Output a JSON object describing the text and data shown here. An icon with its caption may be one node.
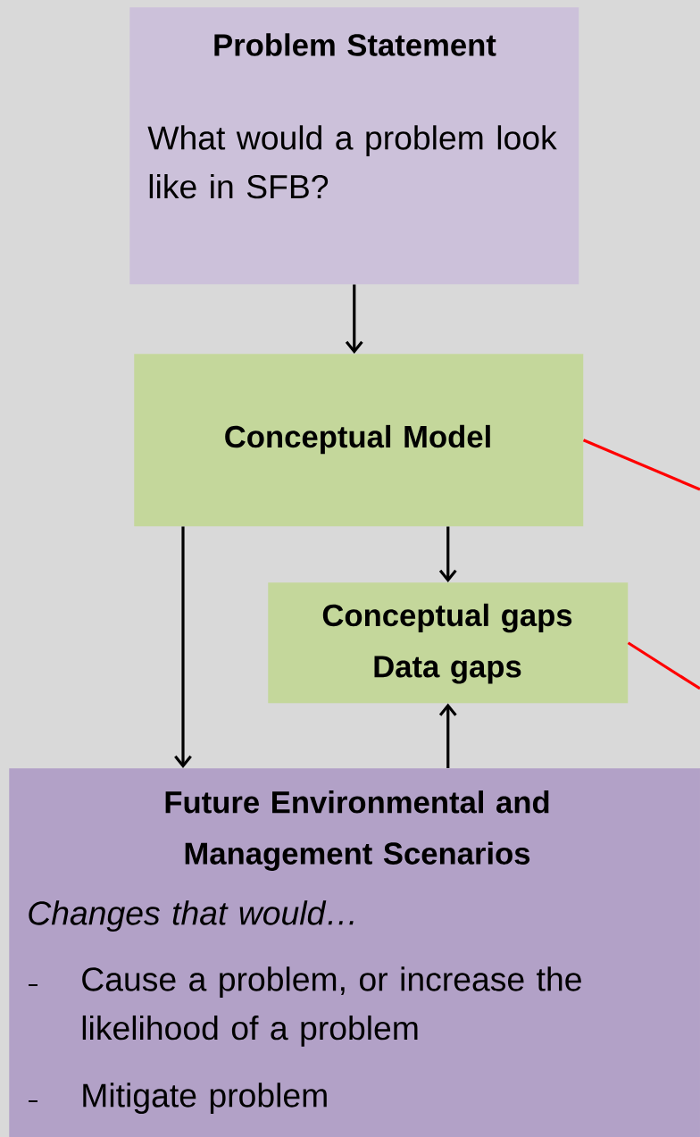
{
  "diagram": {
    "nodes": [
      {
        "text": [
          "Problem Statement",
          "What would a problem look like in SFB?"
        ]
      },
      {
        "text": [
          "Conceptual Model"
        ]
      },
      {
        "text": [
          "Conceptual gaps",
          "Data gaps"
        ]
      },
      {
        "text": [
          "Future Environmental and Management Scenarios",
          "Changes that would…",
          "Cause a problem, or  increase the likelihood of a problem",
          "Mitigate problem"
        ]
      }
    ],
    "edges": [
      {
        "from": 0,
        "to": 1,
        "arrow": "to"
      },
      {
        "from": 1,
        "to": 2,
        "arrow": "to"
      },
      {
        "from": 1,
        "to": 3,
        "arrow": "to"
      },
      {
        "from": 3,
        "to": 2,
        "arrow": "to"
      },
      {
        "from": 1,
        "to": null,
        "arrow": "none",
        "color": "#ff0000"
      },
      {
        "from": 2,
        "to": null,
        "arrow": "none",
        "color": "#ff0000"
      }
    ]
  }
}
